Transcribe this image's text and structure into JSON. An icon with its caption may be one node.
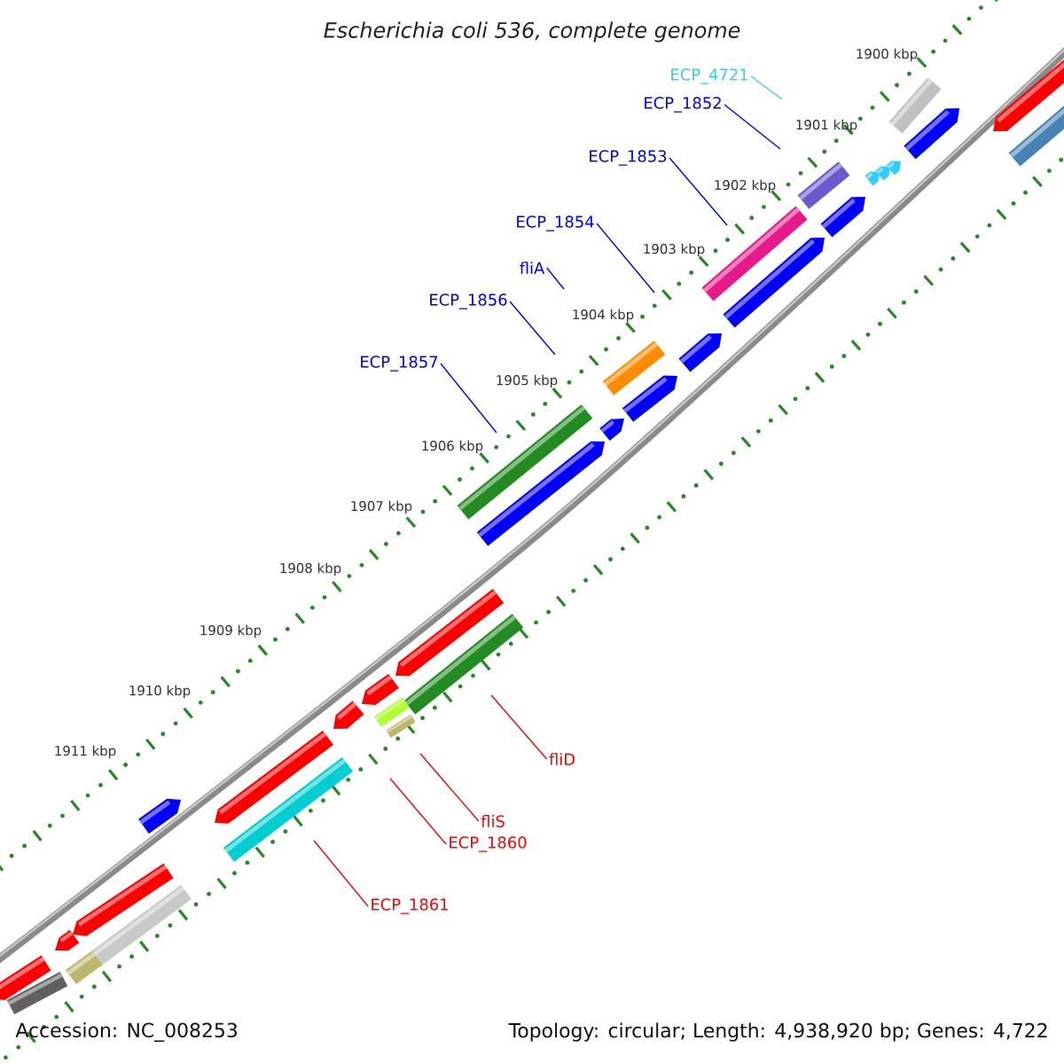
{
  "diagram": {
    "title": "Escherichia coli 536, complete genome",
    "nodes": [
      {
        "text": [
          "ECP_4721"
        ]
      },
      {
        "text": [
          "ECP_1852"
        ]
      },
      {
        "text": [
          "ECP_1853"
        ]
      },
      {
        "text": [
          "ECP_1854"
        ]
      },
      {
        "text": [
          "fliA"
        ]
      },
      {
        "text": [
          "ECP_1856"
        ]
      },
      {
        "text": [
          "ECP_1857"
        ]
      },
      {
        "text": [
          "fliD"
        ]
      },
      {
        "text": [
          "fliS"
        ]
      },
      {
        "text": [
          "ECP_1860"
        ]
      },
      {
        "text": [
          "ECP_1861"
        ]
      }
    ],
    "edges": [
      {
        "from": 0,
        "to": null,
        "arrow": "none",
        "color": "#33ccff"
      },
      {
        "from": 1,
        "to": null,
        "arrow": "none"
      },
      {
        "from": 2,
        "to": null,
        "arrow": "none"
      },
      {
        "from": 3,
        "to": null,
        "arrow": "none"
      },
      {
        "from": 4,
        "to": null,
        "arrow": "none"
      },
      {
        "from": 5,
        "to": null,
        "arrow": "none"
      },
      {
        "from": 6,
        "to": null,
        "arrow": "none"
      },
      {
        "from": 7,
        "to": null,
        "arrow": "none",
        "color": "#ff0000"
      },
      {
        "from": 8,
        "to": null,
        "arrow": "none",
        "color": "#ff0000"
      },
      {
        "from": 9,
        "to": null,
        "arrow": "none",
        "color": "#ff0000"
      },
      {
        "from": 10,
        "to": null,
        "arrow": "none",
        "color": "#ff0000"
      }
    ],
    "labels": [
      "1900 kbp",
      "1901 kbp",
      "1902 kbp",
      "1903 kbp",
      "1904 kbp",
      "1905 kbp",
      "1906 kbp",
      "1907 kbp",
      "1908 kbp",
      "1909 kbp",
      "1910 kbp",
      "1911 kbp",
      "Accession: NC_008253",
      "Topology: circular; Length: 4,938,920 bp; Genes: 4,722"
    ]
  }
}
